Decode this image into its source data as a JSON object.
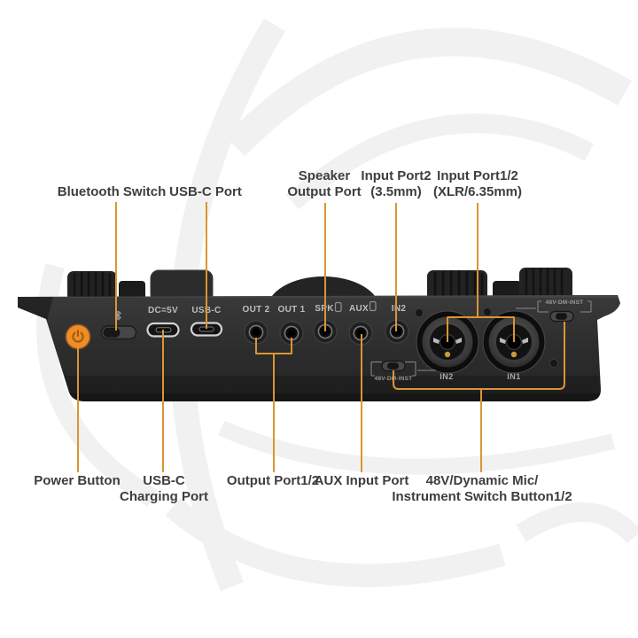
{
  "colors": {
    "accent_orange": "#EE8C25",
    "callout_line": "#DC9434",
    "device_body": "#2e2e2e",
    "watermark": "#f1f1f1",
    "label_text": "#3e3e3e",
    "panel_text": "#bdbdbd"
  },
  "callouts": {
    "top": {
      "bluetooth_switch": "Bluetooth Switch",
      "usbc_port": "USB-C Port",
      "speaker_output_line1": "Speaker",
      "speaker_output_line2": "Output Port",
      "input_port2_line1": "Input Port2",
      "input_port2_line2": "(3.5mm)",
      "input_port12_line1": "Input Port1/2",
      "input_port12_line2": "(XLR/6.35mm)"
    },
    "bottom": {
      "power_button": "Power Button",
      "usbc_charging_line1": "USB-C",
      "usbc_charging_line2": "Charging Port",
      "output_port12": "Output Port1/2",
      "aux_input": "AUX Input Port",
      "phantom_line1": "48V/Dynamic Mic/",
      "phantom_line2": "Instrument Switch Button1/2"
    }
  },
  "panel": {
    "dc_port_label": "DC=5V",
    "usbc_port_label": "USB-C",
    "jack_labels": [
      "OUT 2",
      "OUT 1",
      "SPK",
      "AUX",
      "IN2"
    ],
    "xlr_labels": {
      "in2": "IN2",
      "in1": "IN1"
    },
    "phantom_switch_label": "48V-DM-INST"
  }
}
